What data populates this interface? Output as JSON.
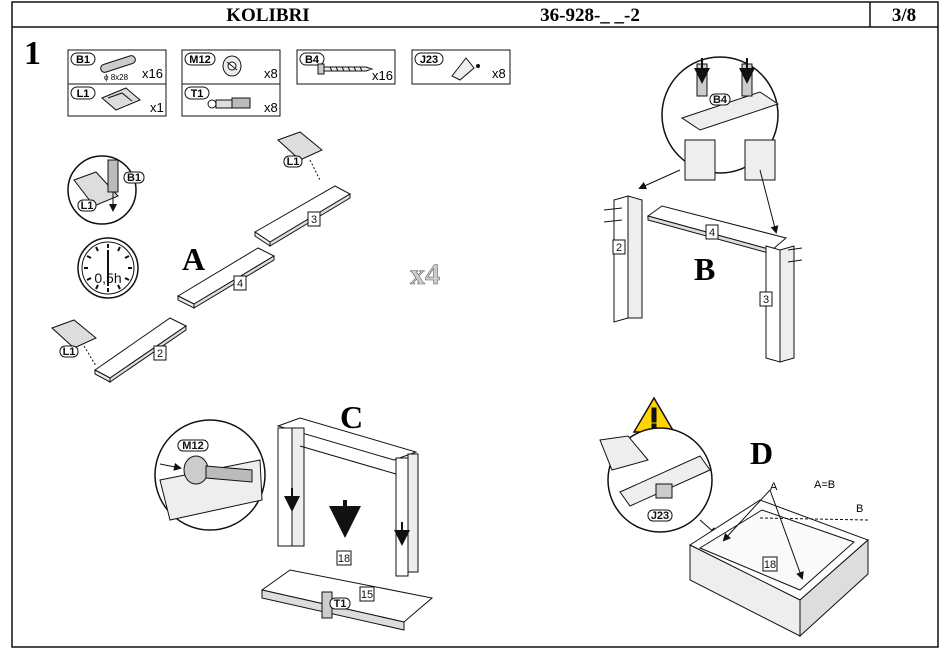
{
  "header": {
    "product": "KOLIBRI",
    "code": "36-928-_ _-2",
    "page": "3/8"
  },
  "step": "1",
  "parts": [
    {
      "code": "B1",
      "qty": "x16",
      "size": "ϕ 8x28",
      "icon": "wooden-dowel-icon"
    },
    {
      "code": "L1",
      "qty": "x1",
      "icon": "glue-packet-icon"
    },
    {
      "code": "M12",
      "qty": "x8",
      "icon": "cam-lock-icon"
    },
    {
      "code": "T1",
      "qty": "x8",
      "icon": "cam-bolt-icon"
    },
    {
      "code": "B4",
      "qty": "x16",
      "icon": "screw-icon"
    },
    {
      "code": "J23",
      "qty": "x8",
      "icon": "corner-bracket-icon"
    }
  ],
  "sections": {
    "a": {
      "letter": "A",
      "multiplier": "x4",
      "time": "0,5h",
      "panels": [
        "3",
        "4",
        "2"
      ],
      "callouts": [
        "B1",
        "L1",
        "L1",
        "L1"
      ]
    },
    "b": {
      "letter": "B",
      "panels": [
        "2",
        "4",
        "3"
      ],
      "callout": "B4"
    },
    "c": {
      "letter": "C",
      "panels": [
        "18",
        "15"
      ],
      "callouts": [
        "M12",
        "T1"
      ]
    },
    "d": {
      "letter": "D",
      "equation": "A=B",
      "label_a": "A",
      "label_b": "B",
      "panel": "18",
      "callout": "J23"
    }
  }
}
